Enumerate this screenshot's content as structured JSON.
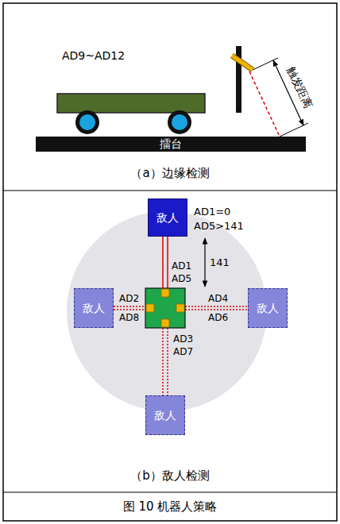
{
  "diagram": {
    "caption": "图 10 机器人策略",
    "nodes": [
      {
        "text": [
          "擂台"
        ]
      },
      {
        "text": [
          "敌人"
        ]
      },
      {
        "text": [
          "敌人"
        ]
      },
      {
        "text": [
          "敌人"
        ]
      },
      {
        "text": [
          "敌人"
        ]
      }
    ],
    "labels": [
      "AD9~AD12",
      "触发距离",
      "（a）边缘检测",
      "AD1=0",
      "AD5>141",
      "141",
      "AD1",
      "AD5",
      "AD2",
      "AD8",
      "AD4",
      "AD6",
      "AD3",
      "AD7",
      "（b）敌人检测"
    ]
  }
}
